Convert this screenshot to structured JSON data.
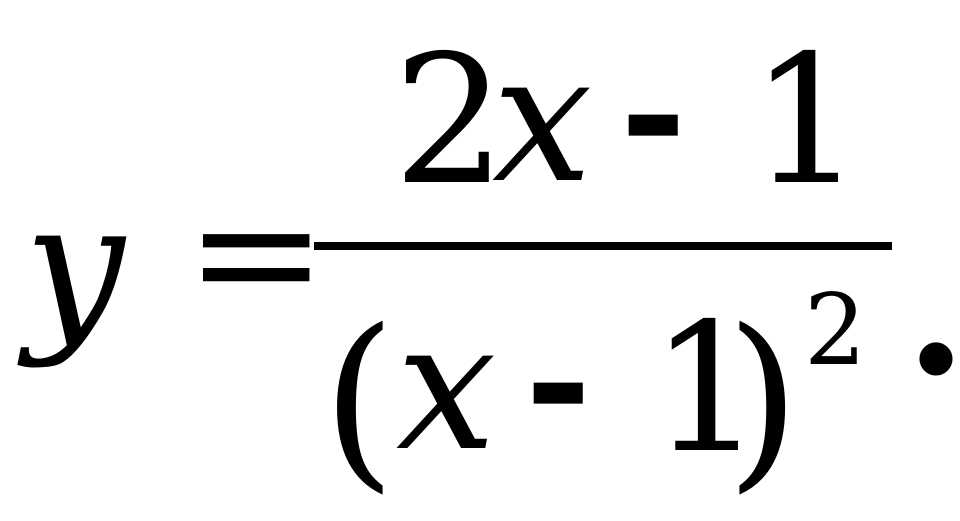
{
  "equation": {
    "lhs_variable": "y",
    "equals_sign": "=",
    "numerator": {
      "coefficient": "2",
      "variable": "x",
      "operator": "-",
      "constant": "1"
    },
    "denominator": {
      "open_paren": "(",
      "variable": "x",
      "operator": "-",
      "constant": "1",
      "close_paren": ")",
      "exponent": "2"
    },
    "terminator": "."
  }
}
